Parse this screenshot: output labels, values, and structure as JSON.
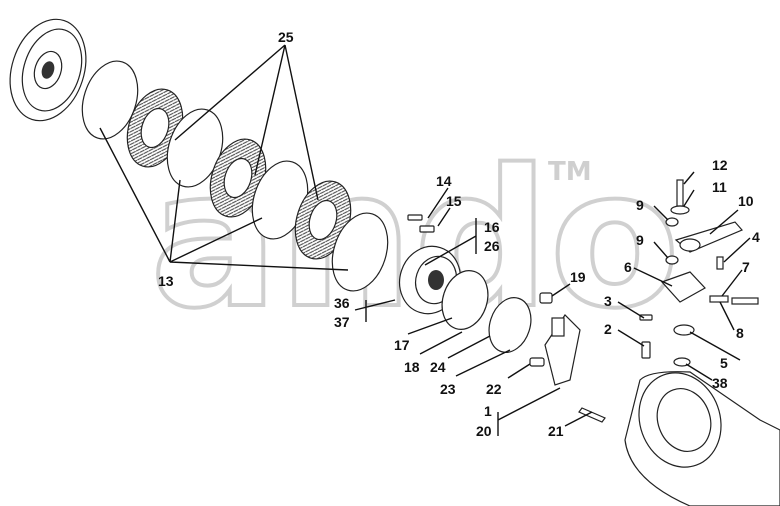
{
  "watermark": {
    "text": "ando",
    "mark": "TM"
  },
  "labels": {
    "l1": "1",
    "l2": "2",
    "l3": "3",
    "l4": "4",
    "l5": "5",
    "l6": "6",
    "l7": "7",
    "l8": "8",
    "l9a": "9",
    "l9b": "9",
    "l10": "10",
    "l11": "11",
    "l12": "12",
    "l13": "13",
    "l14": "14",
    "l15": "15",
    "l16": "16",
    "l17": "17",
    "l18": "18",
    "l19": "19",
    "l20": "20",
    "l21": "21",
    "l22": "22",
    "l23": "23",
    "l24": "24",
    "l25": "25",
    "l26": "26",
    "l36": "36",
    "l37": "37",
    "l38": "38"
  },
  "icons": {
    "housing": "clutch-housing-icon",
    "hub": "hub-icon",
    "lever": "lever-icon",
    "axle": "axle-housing-icon"
  },
  "colors": {
    "ink": "#111111",
    "watermark": "#d0d0d0",
    "friction_disc": "#555555"
  }
}
